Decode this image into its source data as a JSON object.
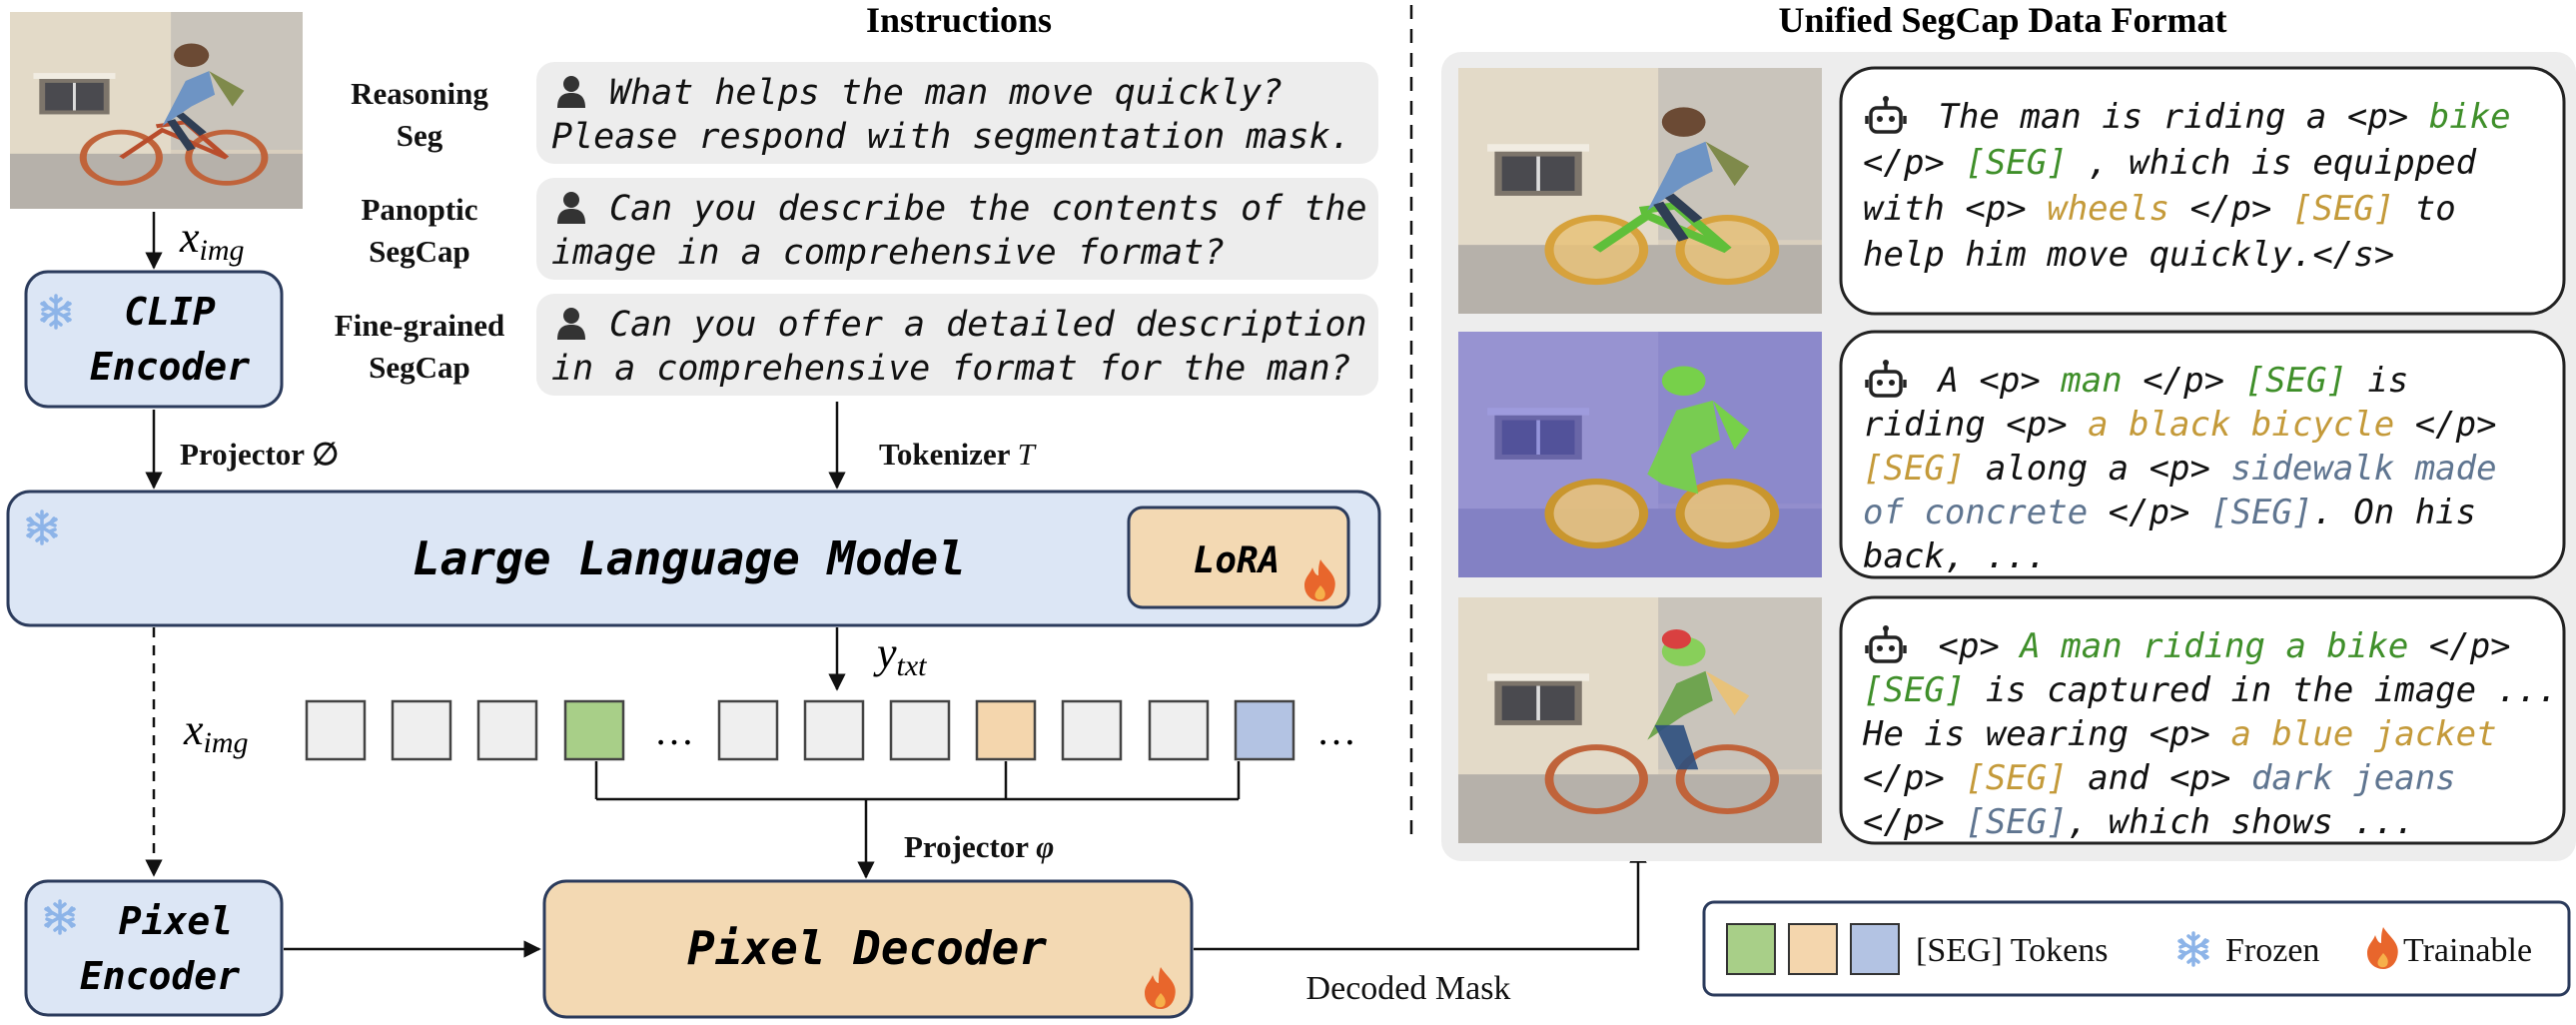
{
  "colors": {
    "seg_green": "#a8cf88",
    "seg_tan": "#f4d6ad",
    "seg_blue": "#b3c3e3",
    "module_blue": "#dce6f5",
    "module_tan": "#f3d9b3",
    "token_gray": "#efefef",
    "panel_gray": "#ededed",
    "text_green": "#3f8f2a",
    "text_tan": "#c49a3a",
    "text_slate": "#5f7590",
    "snow": "#8db4e8",
    "flame": "#e8662c"
  },
  "headers": {
    "instructions": "Instructions",
    "data_format": "Unified SegCap Data Format"
  },
  "modules": {
    "clip_line1": "CLIP",
    "clip_line2": "Encoder",
    "llm": "Large Language Model",
    "lora": "LoRA",
    "pixel_encoder_line1": "Pixel",
    "pixel_encoder_line2": "Encoder",
    "pixel_decoder": "Pixel Decoder"
  },
  "labels": {
    "x_img_top": "x",
    "x_img_top_sub": "img",
    "projector_o": "Projector ∅",
    "tokenizer": "Tokenizer ",
    "tokenizer_sym": "T",
    "y_txt": "y",
    "y_txt_sub": "txt",
    "x_img_row": "x",
    "x_img_row_sub": "img",
    "ellipsis_mid": "…",
    "ellipsis_end": "…",
    "projector_phi": "Projector ",
    "projector_phi_sym": "φ",
    "decoded_mask": "Decoded Mask"
  },
  "instructions": [
    {
      "task_line1": "Reasoning",
      "task_line2": "Seg",
      "line1": "What helps the man move quickly?",
      "line2": "Please respond with segmentation mask."
    },
    {
      "task_line1": "Panoptic",
      "task_line2": "SegCap",
      "line1": "Can you describe the contents of the",
      "line2": "image in a comprehensive format?"
    },
    {
      "task_line1": "Fine-grained",
      "task_line2": "SegCap",
      "line1": "Can you offer a detailed description",
      "line2": "in a comprehensive format for the man?"
    }
  ],
  "responses": [
    {
      "lines": [
        [
          {
            "t": " The man is riding a <p> ",
            "c": "plain"
          },
          {
            "t": "bike",
            "c": "green"
          }
        ],
        [
          {
            "t": "</p> ",
            "c": "plain"
          },
          {
            "t": "[SEG]",
            "c": "green"
          },
          {
            "t": " , which is equipped",
            "c": "plain"
          }
        ],
        [
          {
            "t": "with <p> ",
            "c": "plain"
          },
          {
            "t": "wheels",
            "c": "tan"
          },
          {
            "t": " </p> ",
            "c": "plain"
          },
          {
            "t": "[SEG]",
            "c": "tan"
          },
          {
            "t": " to",
            "c": "plain"
          }
        ],
        [
          {
            "t": "help him move quickly.</s>",
            "c": "plain"
          }
        ]
      ]
    },
    {
      "lines": [
        [
          {
            "t": " A <p> ",
            "c": "plain"
          },
          {
            "t": "man",
            "c": "green"
          },
          {
            "t": " </p> ",
            "c": "plain"
          },
          {
            "t": "[SEG]",
            "c": "green"
          },
          {
            "t": " is",
            "c": "plain"
          }
        ],
        [
          {
            "t": "riding <p> ",
            "c": "plain"
          },
          {
            "t": "a black bicycle",
            "c": "tan"
          },
          {
            "t": " </p>",
            "c": "plain"
          }
        ],
        [
          {
            "t": "[SEG]",
            "c": "tan"
          },
          {
            "t": " along a <p> ",
            "c": "plain"
          },
          {
            "t": "sidewalk made",
            "c": "slate"
          }
        ],
        [
          {
            "t": "of concrete",
            "c": "slate"
          },
          {
            "t": " </p> ",
            "c": "plain"
          },
          {
            "t": "[SEG]",
            "c": "slate"
          },
          {
            "t": ". On his",
            "c": "plain"
          }
        ],
        [
          {
            "t": "back, ...",
            "c": "plain"
          }
        ]
      ]
    },
    {
      "lines": [
        [
          {
            "t": " <p> ",
            "c": "plain"
          },
          {
            "t": "A man riding a bike",
            "c": "green"
          },
          {
            "t": " </p>",
            "c": "plain"
          }
        ],
        [
          {
            "t": "[SEG]",
            "c": "green"
          },
          {
            "t": " is captured in the image ...",
            "c": "plain"
          }
        ],
        [
          {
            "t": "He is wearing <p> ",
            "c": "plain"
          },
          {
            "t": "a blue jacket",
            "c": "tan"
          }
        ],
        [
          {
            "t": "</p> ",
            "c": "plain"
          },
          {
            "t": "[SEG]",
            "c": "tan"
          },
          {
            "t": " and <p> ",
            "c": "plain"
          },
          {
            "t": "dark jeans",
            "c": "slate"
          }
        ],
        [
          {
            "t": "</p> ",
            "c": "plain"
          },
          {
            "t": "[SEG]",
            "c": "slate"
          },
          {
            "t": ", which shows ...",
            "c": "plain"
          }
        ]
      ]
    }
  ],
  "tokens": [
    "gray",
    "gray",
    "gray",
    "green",
    "gray",
    "gray",
    "gray",
    "tan",
    "gray",
    "gray",
    "blue"
  ],
  "legend": {
    "seg_tokens": "[SEG] Tokens",
    "frozen": "Frozen",
    "trainable": "Trainable"
  }
}
